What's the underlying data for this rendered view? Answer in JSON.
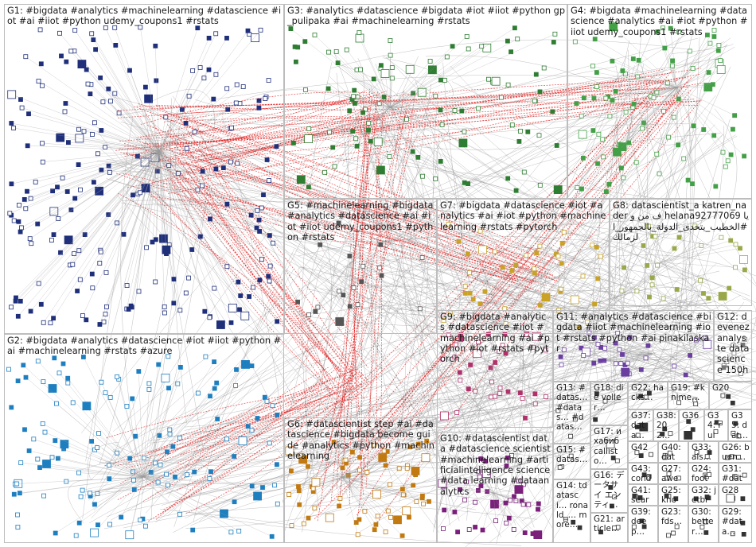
{
  "groups": [
    {
      "id": "G1",
      "label": "G1: #bigdata #analytics #machinelearning #datascience #iot #ai #iiot #python udemy_coupons1 #rstats",
      "size": "lg",
      "color": "#1f2f7a"
    },
    {
      "id": "G3",
      "label": "G3: #analytics #datascience #bigdata #iot #iiot #python gp_pulipaka #ai #machinelearning #rstats",
      "size": "lg",
      "color": "#2e7d32"
    },
    {
      "id": "G4",
      "label": "G4: #bigdata #machinelearning #datascience #analytics #ai #iot #python #iiot udemy_coupons1 #rstats",
      "size": "lg",
      "color": "#43a047"
    },
    {
      "id": "G5",
      "label": "G5: #machinelearning #bigdata #analytics #datascience #ai #iot #iiot udemy_coupons1 #python #rstats",
      "size": "lg",
      "color": "#555555"
    },
    {
      "id": "G7",
      "label": "G7: #bigdata #datascience #iot #analytics #ai #iot #python #machinelearning #rstats #pytorch",
      "size": "lg",
      "color": "#c9a227"
    },
    {
      "id": "G8",
      "label": "G8: datascientist_a katren_nader ف من و helana92777069 يا #الخطيب_يتحدى_الدولة_بالجمهور_الزمالك",
      "size": "lg",
      "color": "#9aa84a"
    },
    {
      "id": "G2",
      "label": "G2: #bigdata #analytics #datascience #iot #iiot #python #ai #machinelearning #rstats #azure",
      "size": "lg",
      "color": "#1e7fc0"
    },
    {
      "id": "G9",
      "label": "G9: #bigdata #analytics #datascience #iiot #machinelearning #ai #python #iot #rstats #pytorch",
      "size": "lg",
      "color": "#b0306a"
    },
    {
      "id": "G11",
      "label": "G11: #analytics #datascience #bigdata #iiot #machinelearning #iot #rstats #python #ai pinakilaskar",
      "size": "lg",
      "color": "#6a3fa0"
    },
    {
      "id": "G12",
      "label": "G12: devenez analyste data science 150h",
      "size": "lg",
      "color": "#777777"
    },
    {
      "id": "G6",
      "label": "G6: #datascientist step #ai #datascience #bigdata become guide #analytics #python #machinelearning",
      "size": "lg",
      "color": "#c27a10"
    },
    {
      "id": "G10",
      "label": "G10: #datascientist data #datascience scientist #machinelearning #artificialintelligence science #data learning #dataanalytics",
      "size": "lg",
      "color": "#7a1f7a"
    },
    {
      "id": "G13",
      "label": "G13: #datas… #datas… #datas…",
      "size": "md",
      "color": "#333333"
    },
    {
      "id": "G18",
      "label": "G18: die voller…",
      "size": "md",
      "color": "#333333"
    },
    {
      "id": "G22",
      "label": "G22: hacks…",
      "size": "md",
      "color": "#333333"
    },
    {
      "id": "G19",
      "label": "G19: #knime…",
      "size": "md",
      "color": "#333333"
    },
    {
      "id": "G20",
      "label": "G20",
      "size": "md",
      "color": "#333333"
    },
    {
      "id": "G17",
      "label": "G17: и хабиб callisto…",
      "size": "md",
      "color": "#333333"
    },
    {
      "id": "G37",
      "label": "G37: data…",
      "size": "md",
      "color": "#333333"
    },
    {
      "id": "G38",
      "label": "G38: 202…",
      "size": "md",
      "color": "#333333"
    },
    {
      "id": "G36",
      "label": "G36",
      "size": "md",
      "color": "#333333"
    },
    {
      "id": "G34",
      "label": "G34: rule…",
      "size": "md",
      "color": "#333333"
    },
    {
      "id": "G35",
      "label": "G35: dat…",
      "size": "md",
      "color": "#333333"
    },
    {
      "id": "G15",
      "label": "G15: #datas…",
      "size": "md",
      "color": "#333333"
    },
    {
      "id": "G42",
      "label": "G42",
      "size": "md",
      "color": "#333333"
    },
    {
      "id": "G40",
      "label": "G40: data…",
      "size": "md",
      "color": "#333333"
    },
    {
      "id": "G33",
      "label": "G33: ais…",
      "size": "md",
      "color": "#333333"
    },
    {
      "id": "G26",
      "label": "G26: buen…",
      "size": "md",
      "color": "#333333"
    },
    {
      "id": "G16",
      "label": "G16: データサイ エンティ…",
      "size": "md",
      "color": "#333333"
    },
    {
      "id": "G43",
      "label": "G43: condi…",
      "size": "md",
      "color": "#333333"
    },
    {
      "id": "G27",
      "label": "G27: awes…",
      "size": "md",
      "color": "#333333"
    },
    {
      "id": "G24",
      "label": "G24: footb…",
      "size": "md",
      "color": "#333333"
    },
    {
      "id": "G31",
      "label": "G31: #data…",
      "size": "md",
      "color": "#333333"
    },
    {
      "id": "G14",
      "label": "G14: tdatasci… ronald_… more…",
      "size": "md",
      "color": "#333333"
    },
    {
      "id": "G41",
      "label": "G41: searc…",
      "size": "md",
      "color": "#333333"
    },
    {
      "id": "G25",
      "label": "G25: know…",
      "size": "md",
      "color": "#333333"
    },
    {
      "id": "G32",
      "label": "G32: jetbra…",
      "size": "md",
      "color": "#333333"
    },
    {
      "id": "G28",
      "label": "G28",
      "size": "md",
      "color": "#333333"
    },
    {
      "id": "G21",
      "label": "G21: article…",
      "size": "md",
      "color": "#333333"
    },
    {
      "id": "G39",
      "label": "G39: deep…",
      "size": "md",
      "color": "#333333"
    },
    {
      "id": "G23",
      "label": "G23: fds…",
      "size": "md",
      "color": "#333333"
    },
    {
      "id": "G30",
      "label": "G30: better…",
      "size": "md",
      "color": "#333333"
    },
    {
      "id": "G29",
      "label": "G29: #data…",
      "size": "md",
      "color": "#333333"
    }
  ],
  "colors": {
    "edge_gray": "#8c8c8c",
    "edge_red": "#e01515",
    "node_fill": "#ffffff"
  }
}
